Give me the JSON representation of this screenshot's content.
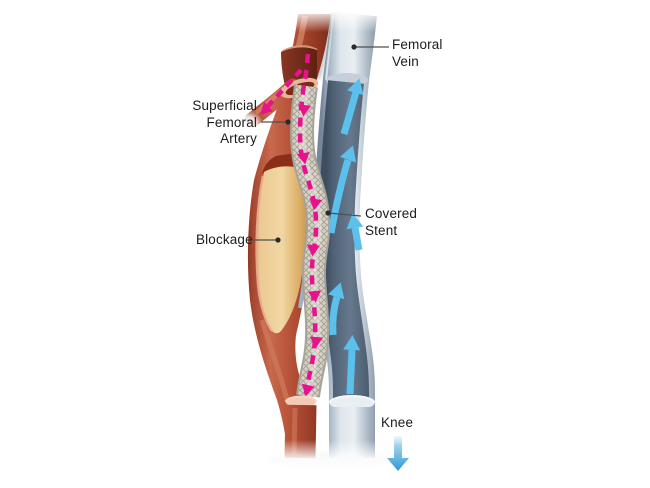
{
  "figure": {
    "kind": "medical-illustration-diagram",
    "background_color": "#ffffff"
  },
  "labels": {
    "femoral_vein": "Femoral\nVein",
    "superficial_femoral_artery": "Superficial\nFemoral\nArtery",
    "blockage": "Blockage",
    "covered_stent": "Covered\nStent",
    "knee": "Knee"
  },
  "flow": {
    "stent_flow_direction": "down",
    "vein_flow_direction": "up",
    "knee_arrow_direction": "down"
  },
  "colors": {
    "artery_red": "#b04a32",
    "artery_interior": "#6e2412",
    "blockage_tan": "#f0d3a0",
    "stent_gray": "#d8d4ca",
    "vein_wall": "#dfe6ec",
    "vein_interior": "#64788c",
    "arterial_flow_arrows": "#e8128c",
    "venous_flow_arrows": "#5cc0ec",
    "label_text": "#1b1b1b",
    "leader_line": "#4f4f4f"
  }
}
